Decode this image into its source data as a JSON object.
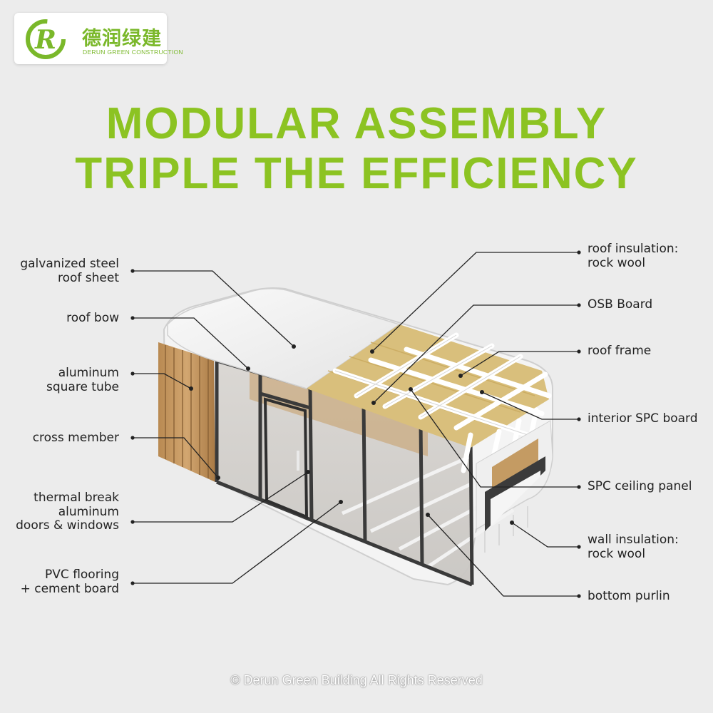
{
  "logo": {
    "chinese": "德润绿建",
    "english": "DERUN GREEN CONSTRUCTION",
    "mark_letter": "R",
    "color": "#7ab82a"
  },
  "title": {
    "line1": "MODULAR ASSEMBLY",
    "line2": "TRIPLE THE EFFICIENCY",
    "color": "#8cc322"
  },
  "labels_left": [
    "galvanized steel\nroof sheet",
    "roof bow",
    "aluminum\nsquare tube",
    "cross member",
    "thermal break\naluminum\ndoors & windows",
    "PVC flooring\n+ cement board"
  ],
  "labels_right": [
    "roof insulation:\nrock wool",
    "OSB Board",
    "roof frame",
    "interior SPC board",
    "SPC ceiling panel",
    "wall insulation:\nrock wool",
    "bottom purlin"
  ],
  "footer": "© Derun Green Building All Rights Reserved"
}
